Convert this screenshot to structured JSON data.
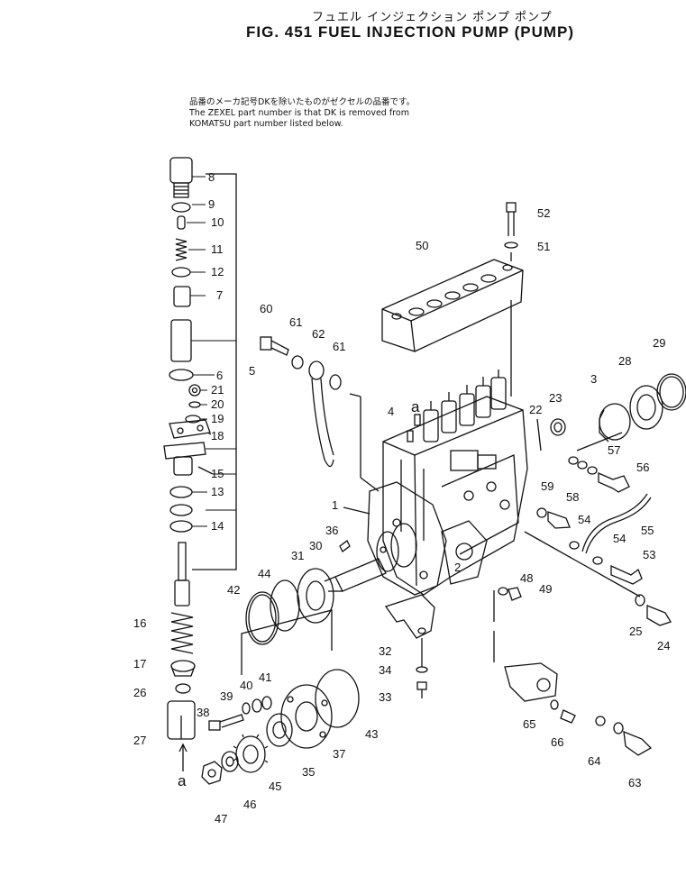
{
  "header": {
    "title_jp": "フュエル インジェクション ポンプ  ポンプ",
    "title_en": "FIG. 451  FUEL INJECTION PUMP (PUMP)"
  },
  "note": {
    "line1": "品番のメーカ記号DKを除いたものがゼクセルの品番です。",
    "line2": "The ZEXEL part number is that DK is removed from",
    "line3": "KOMATSU part number listed below."
  },
  "callouts": [
    "1",
    "2",
    "3",
    "4",
    "5",
    "6",
    "7",
    "8",
    "9",
    "10",
    "11",
    "12",
    "13",
    "14",
    "15",
    "16",
    "17",
    "18",
    "19",
    "20",
    "21",
    "22",
    "23",
    "24",
    "25",
    "26",
    "27",
    "28",
    "29",
    "30",
    "31",
    "32",
    "33",
    "34",
    "35",
    "36",
    "37",
    "38",
    "39",
    "40",
    "41",
    "42",
    "43",
    "44",
    "45",
    "46",
    "47",
    "48",
    "49",
    "50",
    "51",
    "52",
    "53",
    "54",
    "55",
    "56",
    "57",
    "58",
    "59",
    "60",
    "61",
    "62",
    "63",
    "64",
    "65",
    "66"
  ],
  "letters": [
    "a",
    "a"
  ]
}
